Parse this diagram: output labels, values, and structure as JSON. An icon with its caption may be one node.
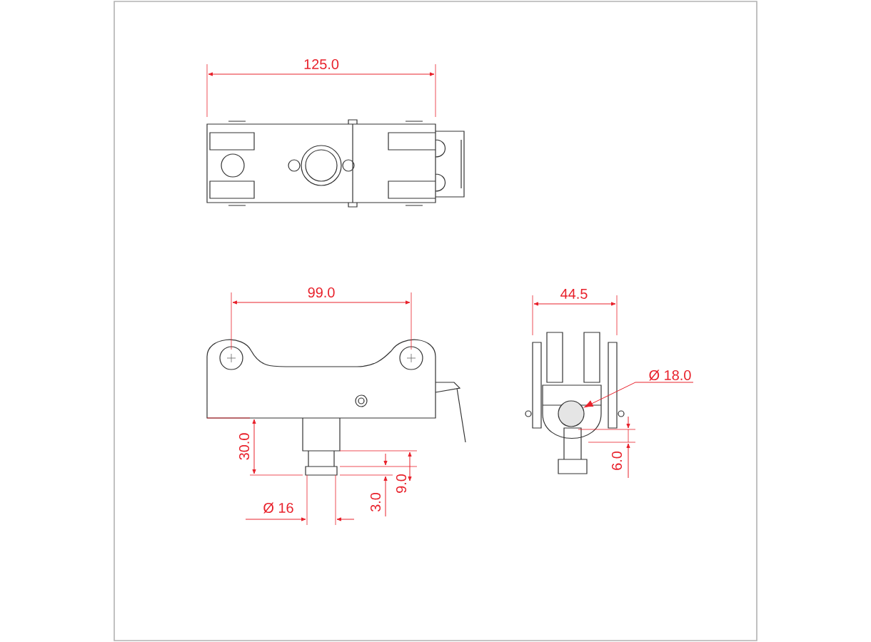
{
  "diagram": {
    "nodes": [
      {
        "text": [
          "Ø 18.0"
        ]
      },
      {
        "text": [],
        "shape": "circle"
      }
    ],
    "edges": [
      {
        "from": 0,
        "to": 1,
        "arrow": "to"
      }
    ],
    "labels": [
      "125.0",
      "99.0",
      "44.5",
      "30.0",
      "6.0",
      "9.0",
      "3.0",
      "Ø 16"
    ]
  }
}
